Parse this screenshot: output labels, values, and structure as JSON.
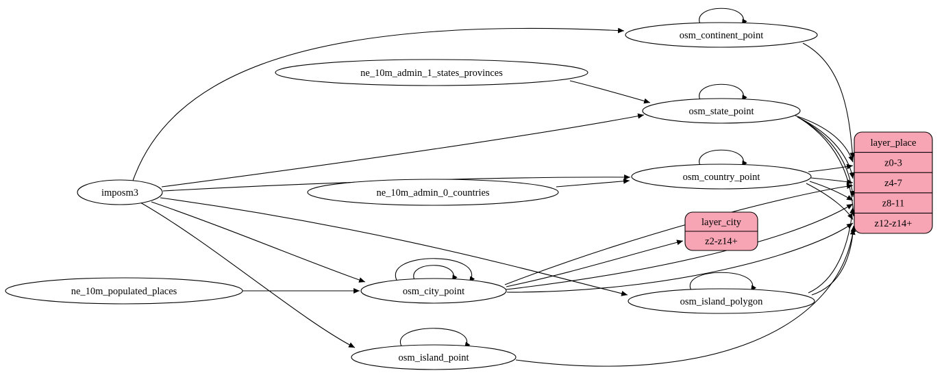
{
  "diagram": {
    "background": "#ffffff",
    "node_fill": "#ffffff",
    "record_fill": "#f7a5b5",
    "stroke": "#000000",
    "nodes": [
      {
        "id": "imposm3",
        "type": "ellipse",
        "label": "imposm3",
        "self_loops": 0
      },
      {
        "id": "ne_10m_admin_1_states_provinces",
        "type": "ellipse",
        "label": "ne_10m_admin_1_states_provinces",
        "self_loops": 0
      },
      {
        "id": "ne_10m_admin_0_countries",
        "type": "ellipse",
        "label": "ne_10m_admin_0_countries",
        "self_loops": 0
      },
      {
        "id": "ne_10m_populated_places",
        "type": "ellipse",
        "label": "ne_10m_populated_places",
        "self_loops": 0
      },
      {
        "id": "osm_continent_point",
        "type": "ellipse",
        "label": "osm_continent_point",
        "self_loops": 1
      },
      {
        "id": "osm_state_point",
        "type": "ellipse",
        "label": "osm_state_point",
        "self_loops": 1
      },
      {
        "id": "osm_country_point",
        "type": "ellipse",
        "label": "osm_country_point",
        "self_loops": 1
      },
      {
        "id": "osm_city_point",
        "type": "ellipse",
        "label": "osm_city_point",
        "self_loops": 2
      },
      {
        "id": "osm_island_polygon",
        "type": "ellipse",
        "label": "osm_island_polygon",
        "self_loops": 1
      },
      {
        "id": "osm_island_point",
        "type": "ellipse",
        "label": "osm_island_point",
        "self_loops": 1
      },
      {
        "id": "layer_city",
        "type": "record",
        "header": "layer_city",
        "rows": [
          "z2-z14+"
        ]
      },
      {
        "id": "layer_place",
        "type": "record",
        "header": "layer_place",
        "rows": [
          "z0-3",
          "z4-7",
          "z8-11",
          "z12-z14+"
        ]
      }
    ],
    "edges": [
      {
        "from": "imposm3",
        "to": "osm_continent_point"
      },
      {
        "from": "imposm3",
        "to": "osm_state_point"
      },
      {
        "from": "imposm3",
        "to": "osm_country_point"
      },
      {
        "from": "imposm3",
        "to": "osm_island_polygon"
      },
      {
        "from": "imposm3",
        "to": "osm_city_point"
      },
      {
        "from": "imposm3",
        "to": "osm_island_point"
      },
      {
        "from": "ne_10m_admin_1_states_provinces",
        "to": "osm_state_point"
      },
      {
        "from": "ne_10m_admin_0_countries",
        "to": "osm_country_point"
      },
      {
        "from": "ne_10m_populated_places",
        "to": "osm_city_point"
      },
      {
        "from": "osm_continent_point",
        "to": "layer_place",
        "row": "z0-3"
      },
      {
        "from": "osm_state_point",
        "to": "layer_place",
        "row": "z0-3"
      },
      {
        "from": "osm_state_point",
        "to": "layer_place",
        "row": "z4-7"
      },
      {
        "from": "osm_state_point",
        "to": "layer_place",
        "row": "z8-11"
      },
      {
        "from": "osm_state_point",
        "to": "layer_place",
        "row": "z12-z14+"
      },
      {
        "from": "osm_country_point",
        "to": "layer_place",
        "row": "z0-3"
      },
      {
        "from": "osm_country_point",
        "to": "layer_place",
        "row": "z4-7"
      },
      {
        "from": "osm_country_point",
        "to": "layer_place",
        "row": "z8-11"
      },
      {
        "from": "osm_country_point",
        "to": "layer_place",
        "row": "z12-z14+"
      },
      {
        "from": "osm_city_point",
        "to": "layer_city",
        "row": "z2-z14+"
      },
      {
        "from": "osm_city_point",
        "to": "layer_place",
        "row": "z4-7"
      },
      {
        "from": "osm_city_point",
        "to": "layer_place",
        "row": "z8-11"
      },
      {
        "from": "osm_city_point",
        "to": "layer_place",
        "row": "z12-z14+"
      },
      {
        "from": "osm_island_polygon",
        "to": "layer_place",
        "row": "z8-11"
      },
      {
        "from": "osm_island_polygon",
        "to": "layer_place",
        "row": "z12-z14+"
      },
      {
        "from": "osm_island_point",
        "to": "layer_place",
        "row": "z12-z14+"
      }
    ]
  }
}
